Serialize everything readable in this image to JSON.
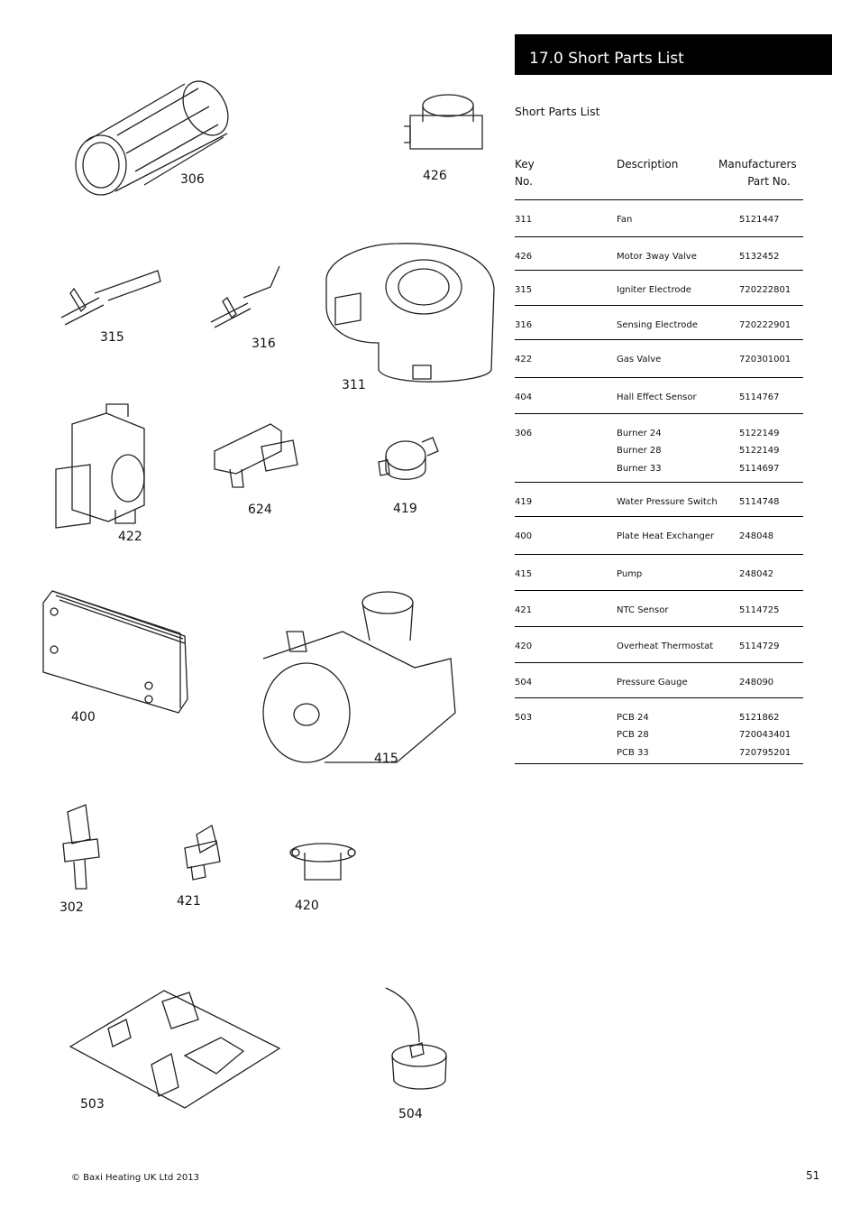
{
  "section_title": "17.0 Short Parts List",
  "subheading": "Short Parts List",
  "columns": {
    "key_line1": "Key",
    "key_line2": "No.",
    "description": "Description",
    "manufacturers_line1": "Manufacturers",
    "manufacturers_line2": "Part No."
  },
  "rows": [
    {
      "key": "311",
      "desc": [
        "Fan"
      ],
      "part": [
        "5121447"
      ]
    },
    {
      "key": "426",
      "desc": [
        "Motor 3way Valve"
      ],
      "part": [
        "5132452"
      ]
    },
    {
      "key": "315",
      "desc": [
        "Igniter Electrode"
      ],
      "part": [
        "720222801"
      ]
    },
    {
      "key": "316",
      "desc": [
        "Sensing Electrode"
      ],
      "part": [
        "720222901"
      ]
    },
    {
      "key": "422",
      "desc": [
        "Gas Valve"
      ],
      "part": [
        "720301001"
      ]
    },
    {
      "key": "404",
      "desc": [
        "Hall Effect Sensor"
      ],
      "part": [
        "5114767"
      ]
    },
    {
      "key": "306",
      "desc": [
        "Burner 24",
        "Burner 28",
        "Burner 33"
      ],
      "part": [
        "5122149",
        "5122149",
        "5114697"
      ]
    },
    {
      "key": "419",
      "desc": [
        "Water Pressure Switch"
      ],
      "part": [
        "5114748"
      ]
    },
    {
      "key": "400",
      "desc": [
        "Plate Heat Exchanger"
      ],
      "part": [
        "248048"
      ]
    },
    {
      "key": "415",
      "desc": [
        "Pump"
      ],
      "part": [
        "248042"
      ]
    },
    {
      "key": "421",
      "desc": [
        "NTC Sensor"
      ],
      "part": [
        "5114725"
      ]
    },
    {
      "key": "420",
      "desc": [
        "Overheat Thermostat"
      ],
      "part": [
        "5114729"
      ]
    },
    {
      "key": "504",
      "desc": [
        "Pressure Gauge"
      ],
      "part": [
        "248090"
      ]
    },
    {
      "key": "503",
      "desc": [
        "PCB 24",
        "PCB 28",
        "PCB 33"
      ],
      "part": [
        "5121862",
        "720043401",
        "720795201"
      ]
    }
  ],
  "figure_labels": [
    "306",
    "426",
    "315",
    "316",
    "311",
    "422",
    "624",
    "419",
    "400",
    "415",
    "302",
    "421",
    "420",
    "503",
    "504"
  ],
  "footer": "© Baxi Heating UK Ltd 2013",
  "page_number": "51"
}
